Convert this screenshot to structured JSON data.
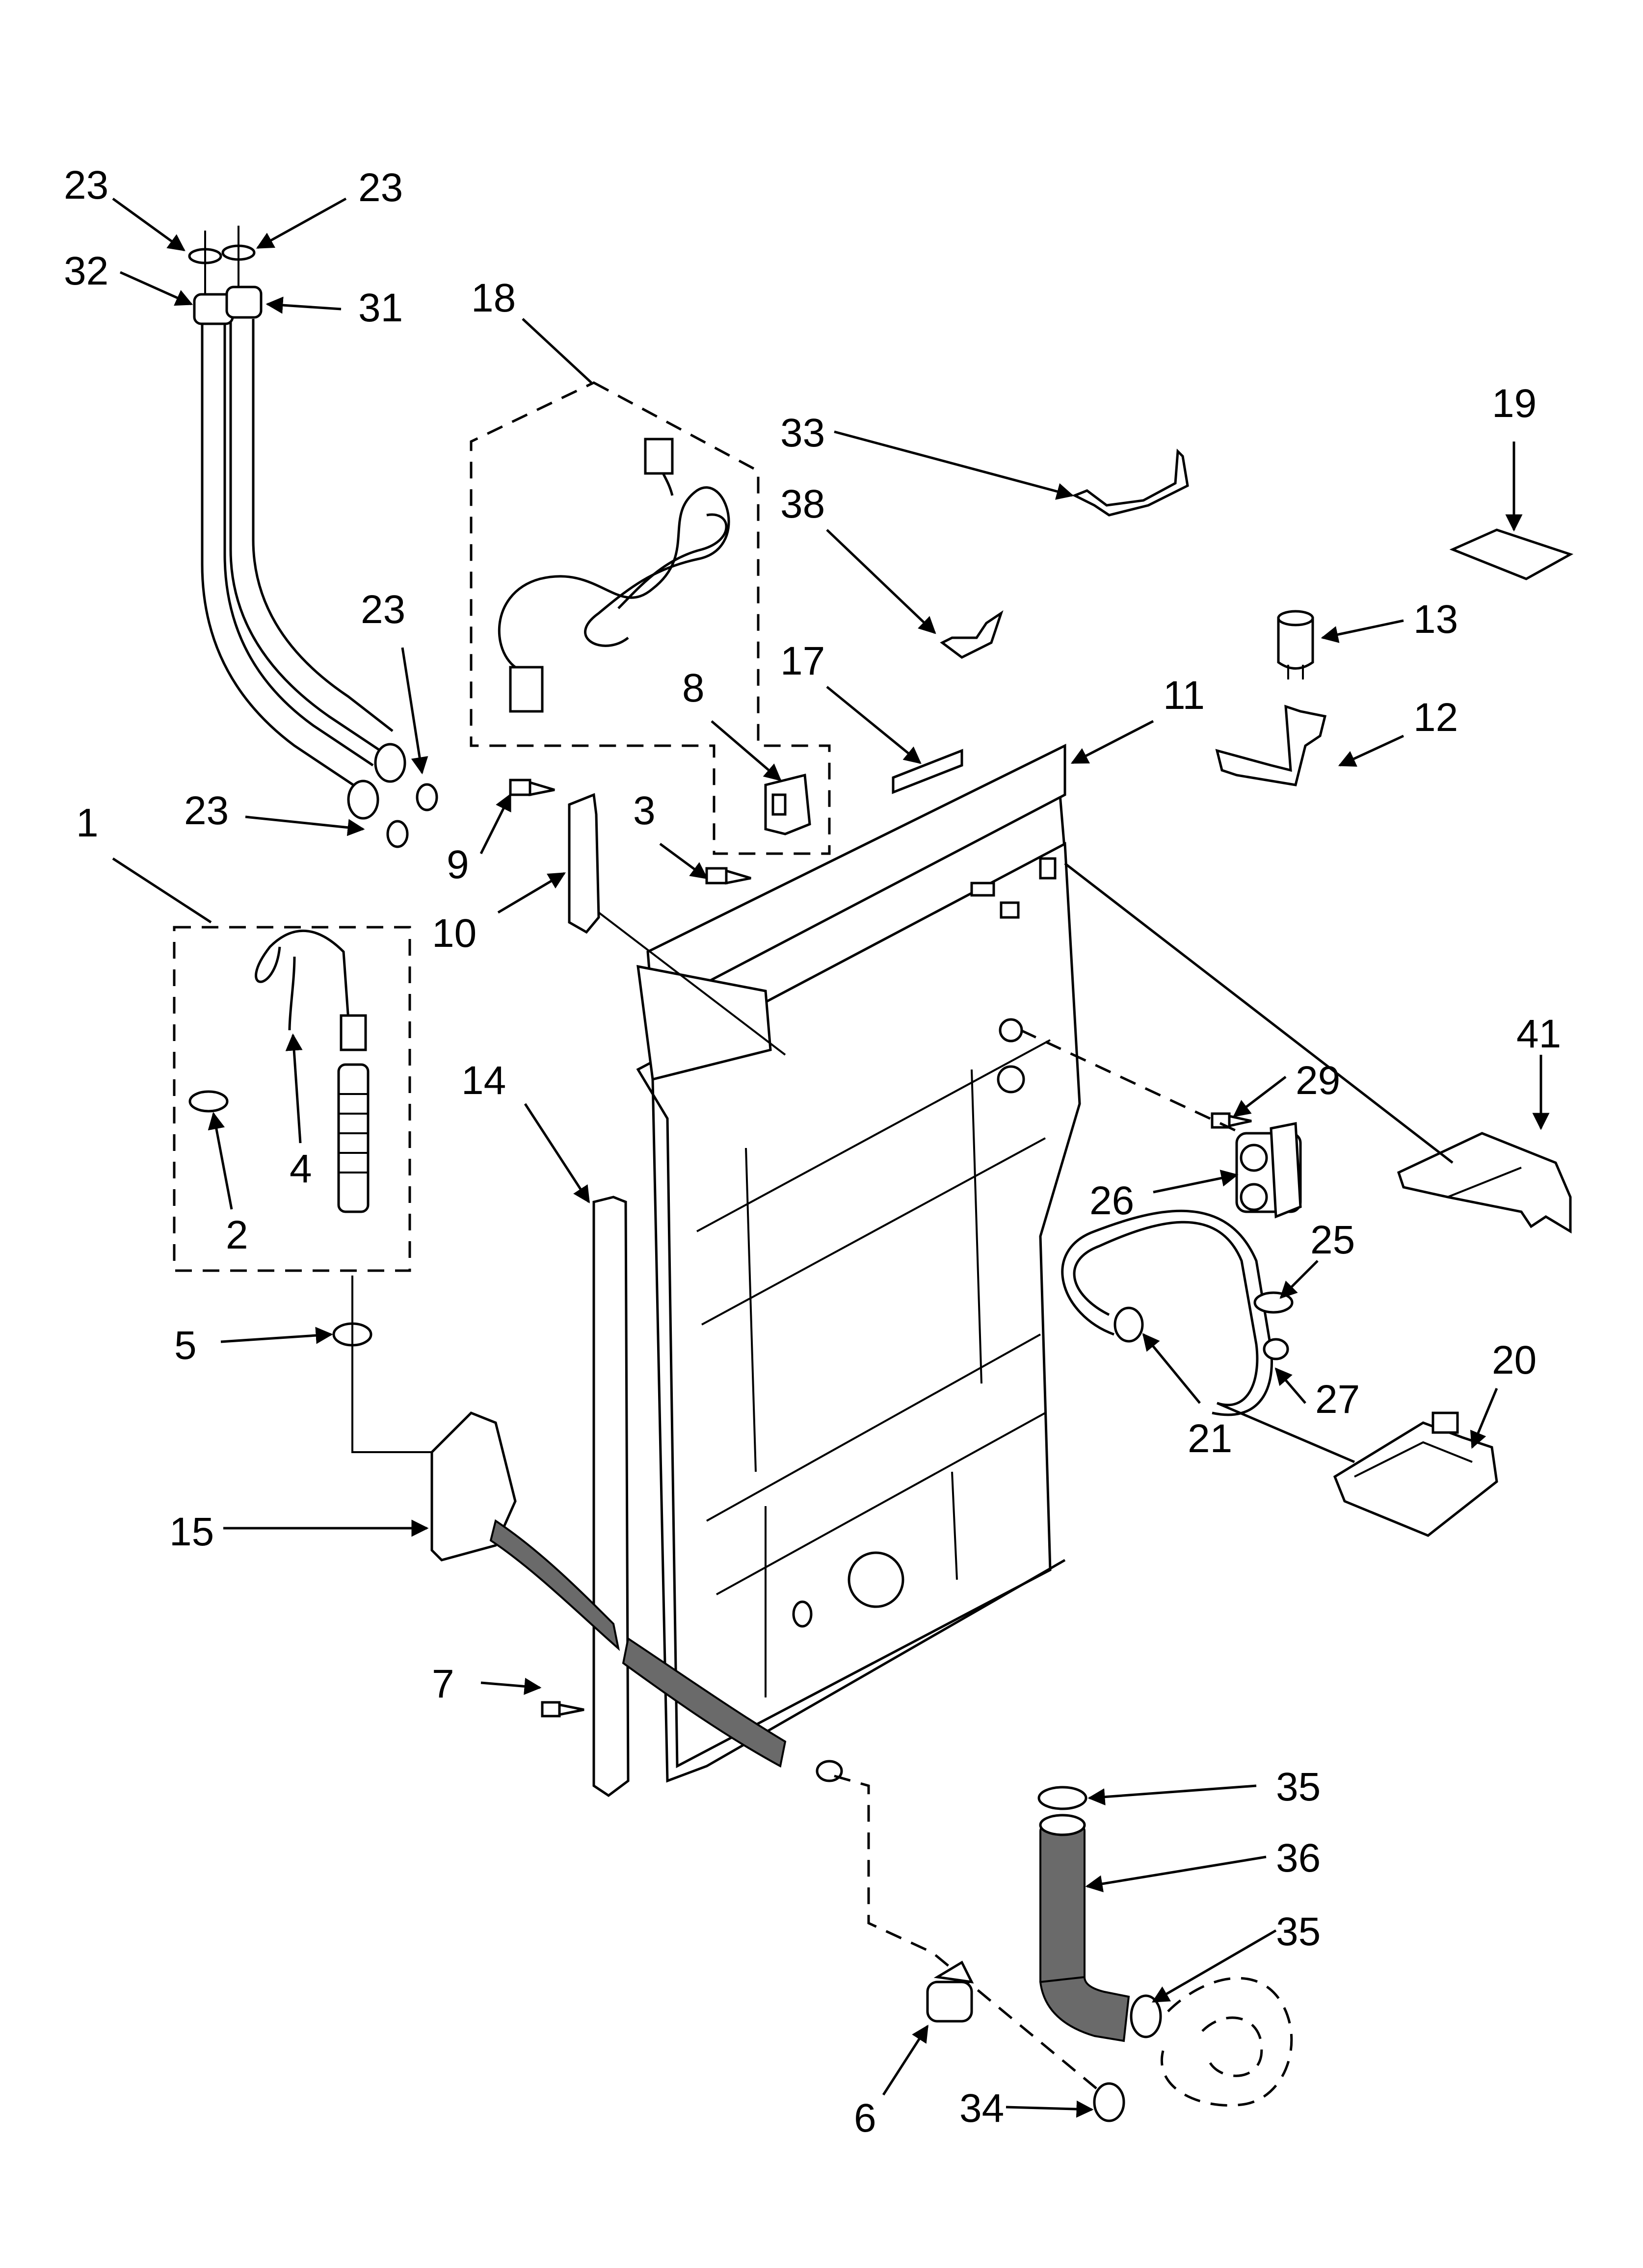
{
  "diagram": {
    "callouts": [
      {
        "id": "c23a",
        "text": "23"
      },
      {
        "id": "c23b",
        "text": "23"
      },
      {
        "id": "c32",
        "text": "32"
      },
      {
        "id": "c31",
        "text": "31"
      },
      {
        "id": "c18",
        "text": "18"
      },
      {
        "id": "c33",
        "text": "33"
      },
      {
        "id": "c19",
        "text": "19"
      },
      {
        "id": "c38",
        "text": "38"
      },
      {
        "id": "c13",
        "text": "13"
      },
      {
        "id": "c23c",
        "text": "23"
      },
      {
        "id": "c17",
        "text": "17"
      },
      {
        "id": "c11",
        "text": "11"
      },
      {
        "id": "c12",
        "text": "12"
      },
      {
        "id": "c8",
        "text": "8"
      },
      {
        "id": "c1",
        "text": "1"
      },
      {
        "id": "c23d",
        "text": "23"
      },
      {
        "id": "c3",
        "text": "3"
      },
      {
        "id": "c9",
        "text": "9"
      },
      {
        "id": "c10",
        "text": "10"
      },
      {
        "id": "c41",
        "text": "41"
      },
      {
        "id": "c14",
        "text": "14"
      },
      {
        "id": "c29",
        "text": "29"
      },
      {
        "id": "c4",
        "text": "4"
      },
      {
        "id": "c2",
        "text": "2"
      },
      {
        "id": "c26",
        "text": "26"
      },
      {
        "id": "c25",
        "text": "25"
      },
      {
        "id": "c5",
        "text": "5"
      },
      {
        "id": "c20",
        "text": "20"
      },
      {
        "id": "c27",
        "text": "27"
      },
      {
        "id": "c21",
        "text": "21"
      },
      {
        "id": "c15",
        "text": "15"
      },
      {
        "id": "c7",
        "text": "7"
      },
      {
        "id": "c35a",
        "text": "35"
      },
      {
        "id": "c36",
        "text": "36"
      },
      {
        "id": "c35b",
        "text": "35"
      },
      {
        "id": "c6",
        "text": "6"
      },
      {
        "id": "c34",
        "text": "34"
      }
    ]
  }
}
